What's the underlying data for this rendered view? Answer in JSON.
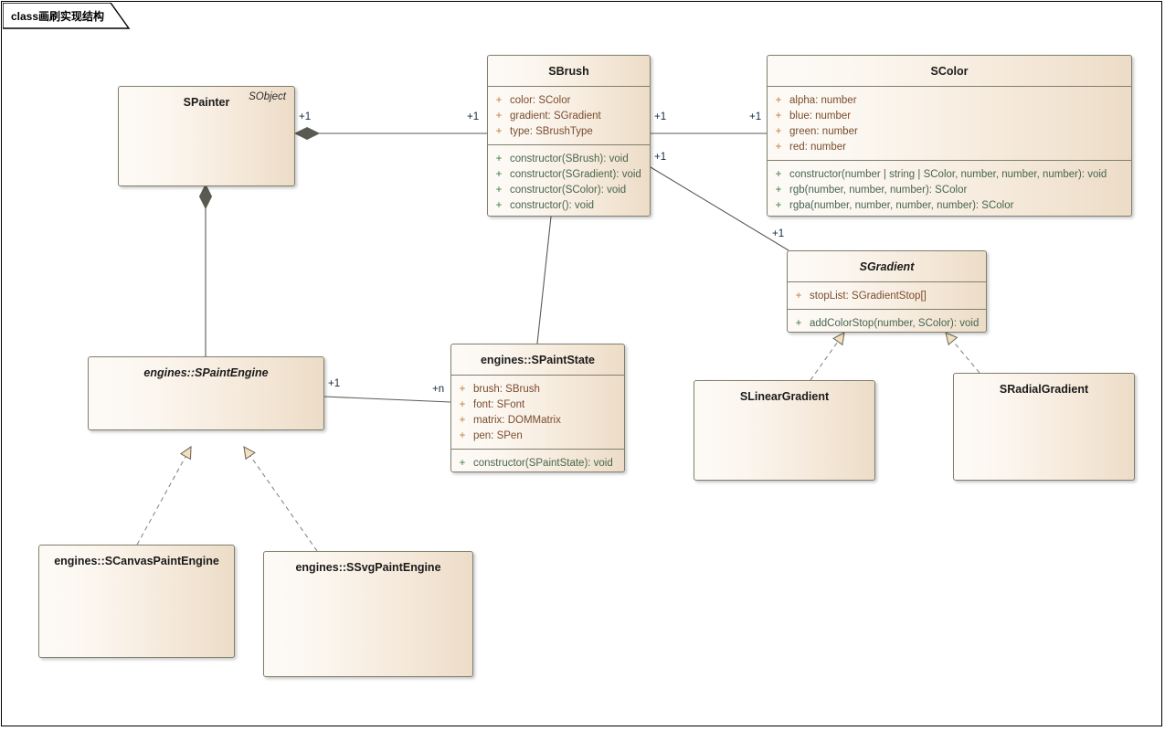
{
  "diagram": {
    "tab_label": "class画刷实现结构",
    "type": "uml-class-diagram"
  },
  "classes": {
    "spainter": {
      "name": "SPainter",
      "stereotype": "SObject",
      "abstract": false,
      "attributes": [],
      "methods": []
    },
    "sbrush": {
      "name": "SBrush",
      "abstract": false,
      "attributes": [
        {
          "vis": "+",
          "text": "color: SColor"
        },
        {
          "vis": "+",
          "text": "gradient: SGradient"
        },
        {
          "vis": "+",
          "text": "type: SBrushType"
        }
      ],
      "methods": [
        {
          "vis": "+",
          "text": "constructor(SBrush): void"
        },
        {
          "vis": "+",
          "text": "constructor(SGradient): void"
        },
        {
          "vis": "+",
          "text": "constructor(SColor): void"
        },
        {
          "vis": "+",
          "text": "constructor(): void"
        }
      ]
    },
    "scolor": {
      "name": "SColor",
      "abstract": false,
      "attributes": [
        {
          "vis": "+",
          "text": "alpha: number"
        },
        {
          "vis": "+",
          "text": "blue: number"
        },
        {
          "vis": "+",
          "text": "green: number"
        },
        {
          "vis": "+",
          "text": "red: number"
        }
      ],
      "methods": [
        {
          "vis": "+",
          "text": "constructor(number | string | SColor, number, number, number): void"
        },
        {
          "vis": "+",
          "text": "rgb(number, number, number): SColor"
        },
        {
          "vis": "+",
          "text": "rgba(number, number, number, number): SColor"
        }
      ]
    },
    "sgradient": {
      "name": "SGradient",
      "abstract": true,
      "attributes": [
        {
          "vis": "+",
          "text": "stopList: SGradientStop[]"
        }
      ],
      "methods": [
        {
          "vis": "+",
          "text": "addColorStop(number, SColor): void"
        }
      ]
    },
    "spaintengine": {
      "name": "engines::SPaintEngine",
      "abstract": true,
      "attributes": [],
      "methods": []
    },
    "spaintstate": {
      "name": "engines::SPaintState",
      "abstract": false,
      "attributes": [
        {
          "vis": "+",
          "text": "brush: SBrush"
        },
        {
          "vis": "+",
          "text": "font: SFont"
        },
        {
          "vis": "+",
          "text": "matrix: DOMMatrix"
        },
        {
          "vis": "+",
          "text": "pen: SPen"
        }
      ],
      "methods": [
        {
          "vis": "+",
          "text": "constructor(SPaintState): void"
        }
      ]
    },
    "slineargradient": {
      "name": "SLinearGradient",
      "abstract": false,
      "attributes": [],
      "methods": []
    },
    "sradialgradient": {
      "name": "SRadialGradient",
      "abstract": false,
      "attributes": [],
      "methods": []
    },
    "scanvaspaintengine": {
      "name": "engines::SCanvasPaintEngine",
      "abstract": false,
      "attributes": [],
      "methods": []
    },
    "ssvgpaintengine": {
      "name": "engines::SSvgPaintEngine",
      "abstract": false,
      "attributes": [],
      "methods": []
    }
  },
  "multiplicities": {
    "painter_brush_src": "+1",
    "painter_brush_dst": "+1",
    "brush_color_src": "+1",
    "brush_color_dst": "+1",
    "brush_gradient_src": "+1",
    "brush_gradient_dst": "+1",
    "engine_state_src": "+1",
    "engine_state_dst": "+n"
  },
  "relations": [
    {
      "from": "SPainter",
      "to": "SBrush",
      "kind": "composition"
    },
    {
      "from": "SBrush",
      "to": "SColor",
      "kind": "association"
    },
    {
      "from": "SBrush",
      "to": "SGradient",
      "kind": "association"
    },
    {
      "from": "SPainter",
      "to": "engines::SPaintEngine",
      "kind": "composition"
    },
    {
      "from": "engines::SPaintEngine",
      "to": "engines::SPaintState",
      "kind": "association"
    },
    {
      "from": "engines::SCanvasPaintEngine",
      "to": "engines::SPaintEngine",
      "kind": "realization"
    },
    {
      "from": "engines::SSvgPaintEngine",
      "to": "engines::SPaintEngine",
      "kind": "realization"
    },
    {
      "from": "SLinearGradient",
      "to": "SGradient",
      "kind": "realization"
    },
    {
      "from": "SRadialGradient",
      "to": "SGradient",
      "kind": "realization"
    }
  ],
  "colors": {
    "box_border": "#7f7f6d",
    "box_fill_light": "#fdfaf6",
    "box_fill_dark": "#ecdcc7",
    "attribute_text": "#7a4d2e",
    "method_text": "#47664f",
    "line": "#5a5a52",
    "arrow_fill": "#f5e0bd",
    "diamond_fill": "#5a5a52",
    "multiplicity_text": "#13293f"
  }
}
